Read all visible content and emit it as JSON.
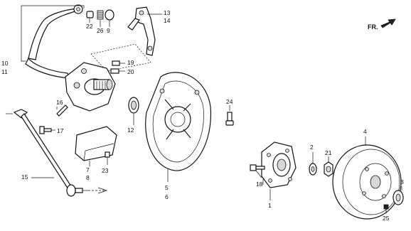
{
  "direction_label": "FR.",
  "callouts": {
    "c1": "1",
    "c2": "2",
    "c3": "3",
    "c4": "4",
    "c5": "5",
    "c6": "6",
    "c7": "7",
    "c8": "8",
    "c9": "9",
    "c10": "10",
    "c11": "11",
    "c12": "12",
    "c13": "13",
    "c14": "14",
    "c15": "15",
    "c16": "16",
    "c17": "17",
    "c18": "18",
    "c19": "19",
    "c20": "20",
    "c21": "21",
    "c22": "22",
    "c23": "23",
    "c24": "24",
    "c25": "25",
    "c26": "26"
  }
}
